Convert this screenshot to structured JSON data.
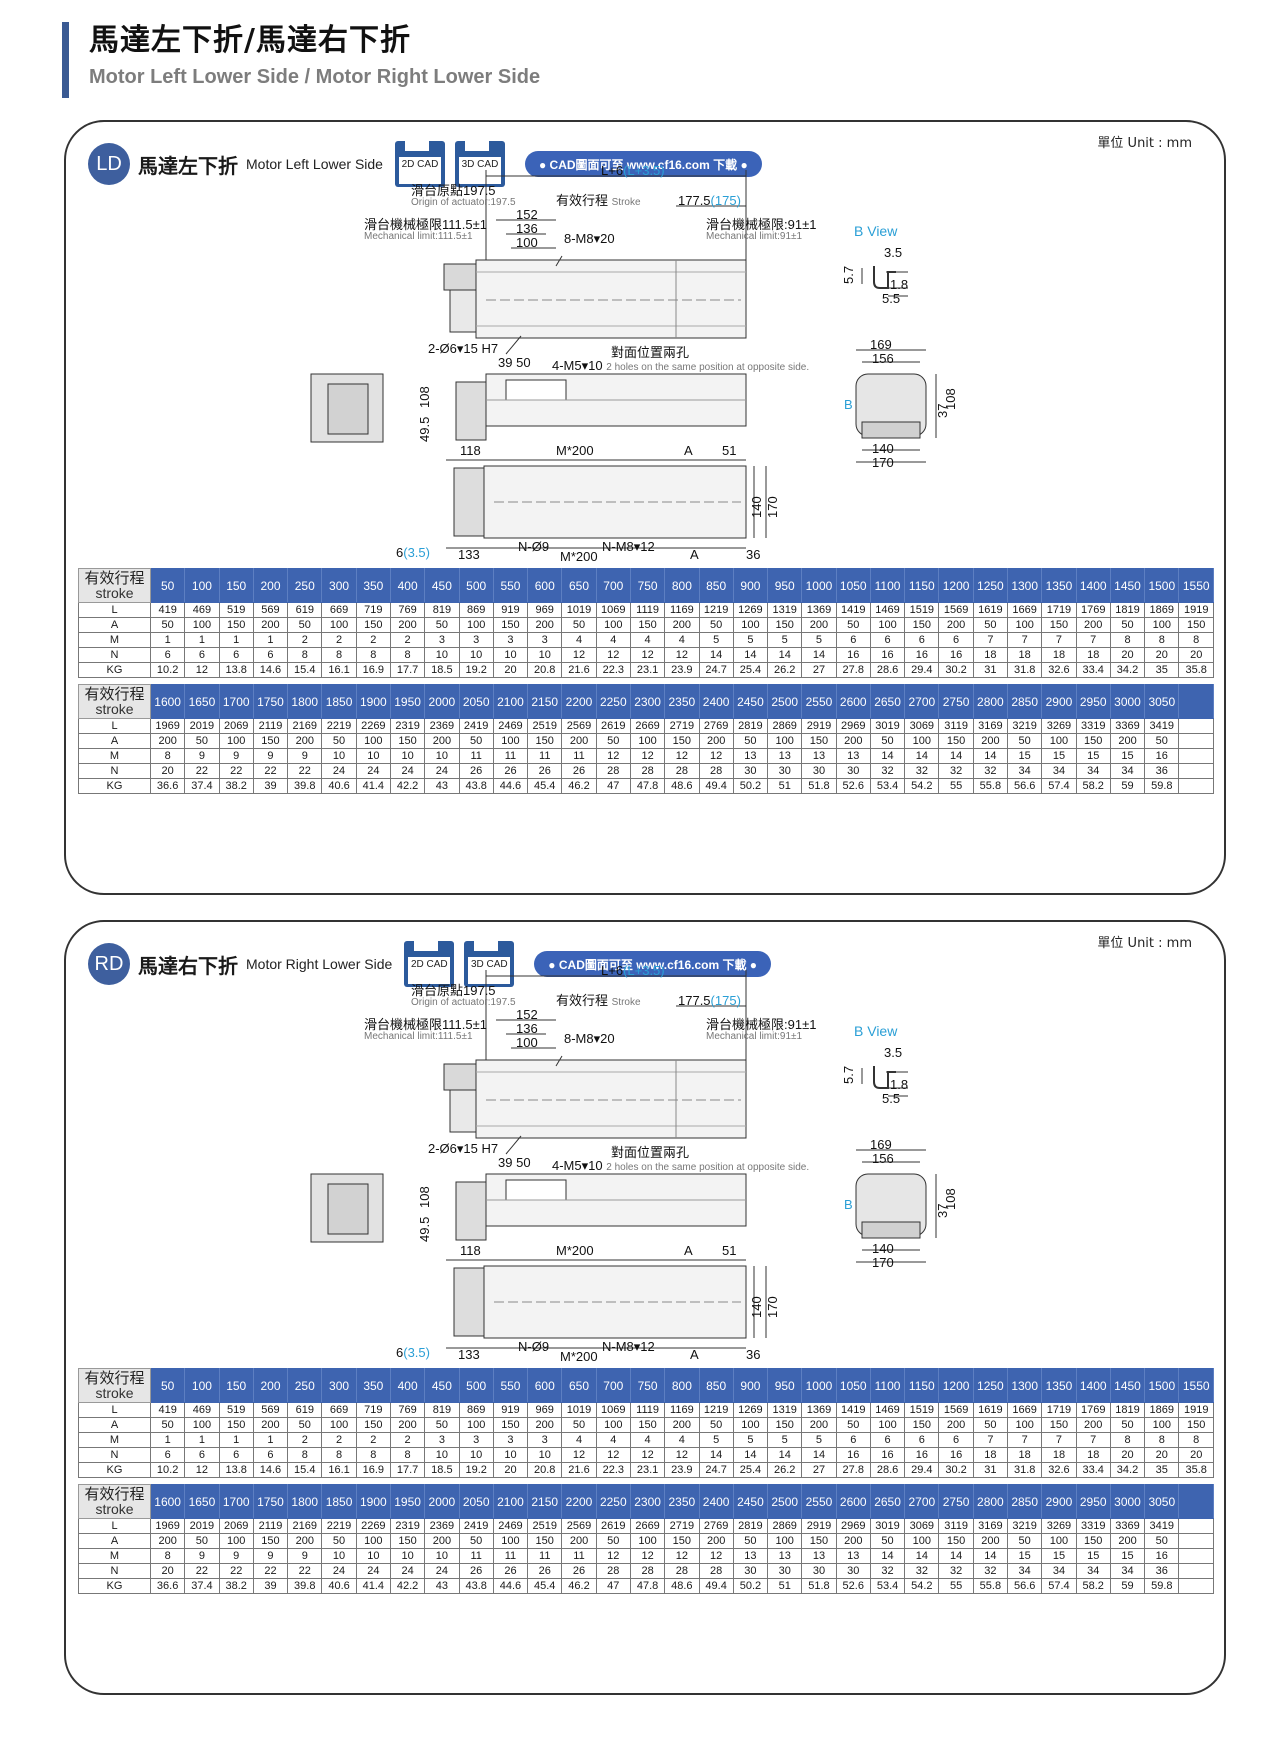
{
  "header": {
    "title_zh": "馬達左下折/馬達右下折",
    "title_en": "Motor Left Lower Side / Motor Right Lower Side"
  },
  "colors": {
    "accent": "#3e64b0",
    "badge": "#3e5f9e",
    "dim_blue": "#2a9fd6"
  },
  "unit_label": "單位 Unit : mm",
  "cad": {
    "btn_2d": "2D CAD",
    "btn_3d": "3D CAD",
    "download": "● CAD圖面可至 www.cf16.com 下載 ●"
  },
  "labels": {
    "total_length": "L+6",
    "total_length_alt": "(L+3.5)",
    "origin_zh": "滑台原點197.5",
    "origin_en": "Origin of actuator:197.5",
    "stroke_zh": "有效行程",
    "stroke_en": "Stroke",
    "stroke_right": "177.5",
    "stroke_right_alt": "(175)",
    "mech_left_zh": "滑台機械極限111.5±1",
    "mech_left_en": "Mechanical limit:111.5±1",
    "mech_right_zh": "滑台機械極限:91±1",
    "mech_right_en": "Mechanical limit:91±1",
    "d152": "152",
    "d136": "136",
    "d100": "100",
    "m8": "8-M8▾20",
    "pin_holes": "2-Ø6▾15 H7",
    "opposite_zh": "對面位置兩孔",
    "opposite_en": "2 holes on the same position at opposite side.",
    "m5": "4-M5▾10",
    "d39": "39",
    "d50": "50",
    "d108": "108",
    "d49_5": "49.5",
    "d118": "118",
    "m200": "M*200",
    "a": "A",
    "d51": "51",
    "d140": "140",
    "d170": "170",
    "d6": "6",
    "d6_alt": "(3.5)",
    "d133": "133",
    "n9": "N-Ø9",
    "nm8": "N-M8▾12",
    "d36": "36",
    "bview": "B View",
    "b": "B",
    "d3_5": "3.5",
    "d1_8": "1.8",
    "d5_5": "5.5",
    "d5_7": "5.7",
    "d169": "169",
    "d156": "156",
    "d37": "37"
  },
  "panels": [
    {
      "code": "LD",
      "title_zh": "馬達左下折",
      "title_en": "Motor Left Lower Side"
    },
    {
      "code": "RD",
      "title_zh": "馬達右下折",
      "title_en": "Motor Right Lower Side"
    }
  ],
  "table": {
    "head_zh": "有效行程",
    "head_en": "stroke",
    "row_labels": [
      "L",
      "A",
      "M",
      "N",
      "KG"
    ],
    "part1": {
      "stroke": [
        "50",
        "100",
        "150",
        "200",
        "250",
        "300",
        "350",
        "400",
        "450",
        "500",
        "550",
        "600",
        "650",
        "700",
        "750",
        "800",
        "850",
        "900",
        "950",
        "1000",
        "1050",
        "1100",
        "1150",
        "1200",
        "1250",
        "1300",
        "1350",
        "1400",
        "1450",
        "1500",
        "1550"
      ],
      "L": [
        "419",
        "469",
        "519",
        "569",
        "619",
        "669",
        "719",
        "769",
        "819",
        "869",
        "919",
        "969",
        "1019",
        "1069",
        "1119",
        "1169",
        "1219",
        "1269",
        "1319",
        "1369",
        "1419",
        "1469",
        "1519",
        "1569",
        "1619",
        "1669",
        "1719",
        "1769",
        "1819",
        "1869",
        "1919"
      ],
      "A": [
        "50",
        "100",
        "150",
        "200",
        "50",
        "100",
        "150",
        "200",
        "50",
        "100",
        "150",
        "200",
        "50",
        "100",
        "150",
        "200",
        "50",
        "100",
        "150",
        "200",
        "50",
        "100",
        "150",
        "200",
        "50",
        "100",
        "150",
        "200",
        "50",
        "100",
        "150"
      ],
      "M": [
        "1",
        "1",
        "1",
        "1",
        "2",
        "2",
        "2",
        "2",
        "3",
        "3",
        "3",
        "3",
        "4",
        "4",
        "4",
        "4",
        "5",
        "5",
        "5",
        "5",
        "6",
        "6",
        "6",
        "6",
        "7",
        "7",
        "7",
        "7",
        "8",
        "8",
        "8"
      ],
      "N": [
        "6",
        "6",
        "6",
        "6",
        "8",
        "8",
        "8",
        "8",
        "10",
        "10",
        "10",
        "10",
        "12",
        "12",
        "12",
        "12",
        "14",
        "14",
        "14",
        "14",
        "16",
        "16",
        "16",
        "16",
        "18",
        "18",
        "18",
        "18",
        "20",
        "20",
        "20"
      ],
      "KG": [
        "10.2",
        "12",
        "13.8",
        "14.6",
        "15.4",
        "16.1",
        "16.9",
        "17.7",
        "18.5",
        "19.2",
        "20",
        "20.8",
        "21.6",
        "22.3",
        "23.1",
        "23.9",
        "24.7",
        "25.4",
        "26.2",
        "27",
        "27.8",
        "28.6",
        "29.4",
        "30.2",
        "31",
        "31.8",
        "32.6",
        "33.4",
        "34.2",
        "35",
        "35.8"
      ]
    },
    "part2": {
      "stroke": [
        "1600",
        "1650",
        "1700",
        "1750",
        "1800",
        "1850",
        "1900",
        "1950",
        "2000",
        "2050",
        "2100",
        "2150",
        "2200",
        "2250",
        "2300",
        "2350",
        "2400",
        "2450",
        "2500",
        "2550",
        "2600",
        "2650",
        "2700",
        "2750",
        "2800",
        "2850",
        "2900",
        "2950",
        "3000",
        "3050"
      ],
      "L": [
        "1969",
        "2019",
        "2069",
        "2119",
        "2169",
        "2219",
        "2269",
        "2319",
        "2369",
        "2419",
        "2469",
        "2519",
        "2569",
        "2619",
        "2669",
        "2719",
        "2769",
        "2819",
        "2869",
        "2919",
        "2969",
        "3019",
        "3069",
        "3119",
        "3169",
        "3219",
        "3269",
        "3319",
        "3369",
        "3419"
      ],
      "A": [
        "200",
        "50",
        "100",
        "150",
        "200",
        "50",
        "100",
        "150",
        "200",
        "50",
        "100",
        "150",
        "200",
        "50",
        "100",
        "150",
        "200",
        "50",
        "100",
        "150",
        "200",
        "50",
        "100",
        "150",
        "200",
        "50",
        "100",
        "150",
        "200",
        "50"
      ],
      "M": [
        "8",
        "9",
        "9",
        "9",
        "9",
        "10",
        "10",
        "10",
        "10",
        "11",
        "11",
        "11",
        "11",
        "12",
        "12",
        "12",
        "12",
        "13",
        "13",
        "13",
        "13",
        "14",
        "14",
        "14",
        "14",
        "15",
        "15",
        "15",
        "15",
        "16"
      ],
      "N": [
        "20",
        "22",
        "22",
        "22",
        "22",
        "24",
        "24",
        "24",
        "24",
        "26",
        "26",
        "26",
        "26",
        "28",
        "28",
        "28",
        "28",
        "30",
        "30",
        "30",
        "30",
        "32",
        "32",
        "32",
        "32",
        "34",
        "34",
        "34",
        "34",
        "36"
      ],
      "KG": [
        "36.6",
        "37.4",
        "38.2",
        "39",
        "39.8",
        "40.6",
        "41.4",
        "42.2",
        "43",
        "43.8",
        "44.6",
        "45.4",
        "46.2",
        "47",
        "47.8",
        "48.6",
        "49.4",
        "50.2",
        "51",
        "51.8",
        "52.6",
        "53.4",
        "54.2",
        "55",
        "55.8",
        "56.6",
        "57.4",
        "58.2",
        "59",
        "59.8"
      ]
    }
  }
}
